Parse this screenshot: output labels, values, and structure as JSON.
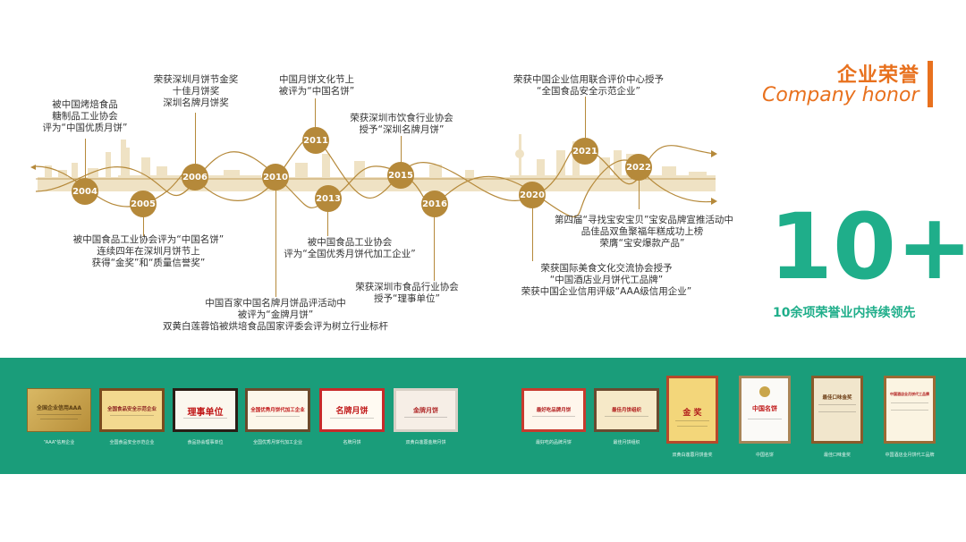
{
  "header": {
    "title_cn": "企业荣誉",
    "title_en": "Company honor"
  },
  "stat": {
    "big": "10+",
    "caption": "10余项荣誉业内持续领先"
  },
  "timeline": {
    "years": [
      "2004",
      "2005",
      "2006",
      "2010",
      "2011",
      "2013",
      "2015",
      "2016",
      "2020",
      "2021",
      "2022"
    ],
    "annotations": {
      "y2004": [
        "被中国烤焙食品",
        "糖制品工业协会",
        "评为“中国优质月饼”"
      ],
      "y2005": [
        "被中国食品工业协会评为“中国名饼”",
        "连续四年在深圳月饼节上",
        "获得“金奖”和“质量信誉奖”"
      ],
      "y2006": [
        "荣获深圳月饼节金奖",
        "十佳月饼奖",
        "深圳名牌月饼奖"
      ],
      "y2010": [
        "中国百家中国名牌月饼品评活动中",
        "被评为“金牌月饼”",
        "双黄白莲蓉馅被烘培食品国家评委会评为树立行业标杆"
      ],
      "y2011": [
        "中国月饼文化节上",
        "被评为“中国名饼”"
      ],
      "y2013": [
        "被中国食品工业协会",
        "评为“全国优秀月饼代加工企业”"
      ],
      "y2015": [
        "荣获深圳市饮食行业协会",
        "授予“深圳名牌月饼”"
      ],
      "y2016": [
        "荣获深圳市食品行业协会",
        "授予“理事单位”"
      ],
      "y2020": [
        "荣获国际美食文化交流协会授予",
        "“中国酒店业月饼代工品牌”",
        "荣获中国企业信用评级“AAA级信用企业”"
      ],
      "y2021": [
        "荣获中国企业信用联合评价中心授予",
        "“全国食品安全示范企业”"
      ],
      "y2022": [
        "第四届“寻找宝安宝贝”宝安品牌宣推活动中",
        "品佳品双鱼聚福年糕成功上榜",
        "荣膺“宝安爆款产品”"
      ]
    }
  },
  "certificates": {
    "left": [
      {
        "caption": "“AAA”信用企业",
        "text": "全国企业信用AAA"
      },
      {
        "caption": "全国食品安全示范企业",
        "text": "全国食品安全示范企业"
      },
      {
        "caption": "食品协会理事单位",
        "text": "理事单位"
      },
      {
        "caption": "全国优秀月饼代加工企业",
        "text": "全国优秀月饼代加工企业"
      },
      {
        "caption": "名牌月饼",
        "text": "名牌月饼"
      },
      {
        "caption": "双黄白莲蓉金牌月饼",
        "text": "金牌月饼"
      }
    ],
    "right": [
      {
        "caption": "最好吃的品牌月饼",
        "text": "最好吃品牌月饼"
      },
      {
        "caption": "最佳月饼组织",
        "text": "最佳月饼组织"
      },
      {
        "caption": "双黄白莲蓉月饼金奖",
        "text": "金 奖"
      },
      {
        "caption": "中国名饼",
        "text": "中国名饼"
      },
      {
        "caption": "最佳口味金奖",
        "text": "最佳口味金奖"
      },
      {
        "caption": "中国酒店业月饼代工品牌",
        "text": "中国酒店业月饼代工品牌"
      }
    ]
  },
  "colors": {
    "gold": "#b5893a",
    "orange": "#e8711e",
    "green": "#1fae8a",
    "band": "#1a9d7a"
  }
}
